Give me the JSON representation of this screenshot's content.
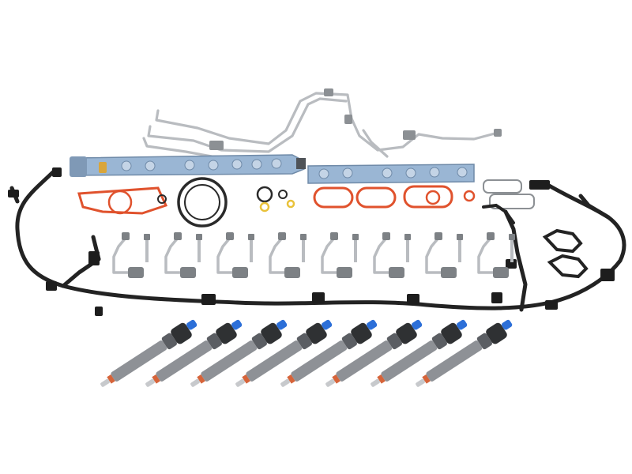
{
  "photo": {
    "background": "#ffffff",
    "parts": {
      "fuel_rails": 2,
      "injectors": 8,
      "injector_lines": 8,
      "hold_down_bolts": 8,
      "gaskets": 6
    },
    "colors": {
      "rail": "#9ab6d4",
      "rail_shadow": "#6f8aa8",
      "steel": "#b9bcc0",
      "steel_dark": "#7d8185",
      "hose": "#232323",
      "gasket_orange": "#e0522d",
      "gasket_black": "#2a2a2a",
      "injector_body": "#8e9196",
      "injector_tip": "#c7c9cc",
      "injector_cap": "#2c6fd8",
      "injector_seal": "#d6643a",
      "oring_yellow": "#e9c23a"
    }
  }
}
